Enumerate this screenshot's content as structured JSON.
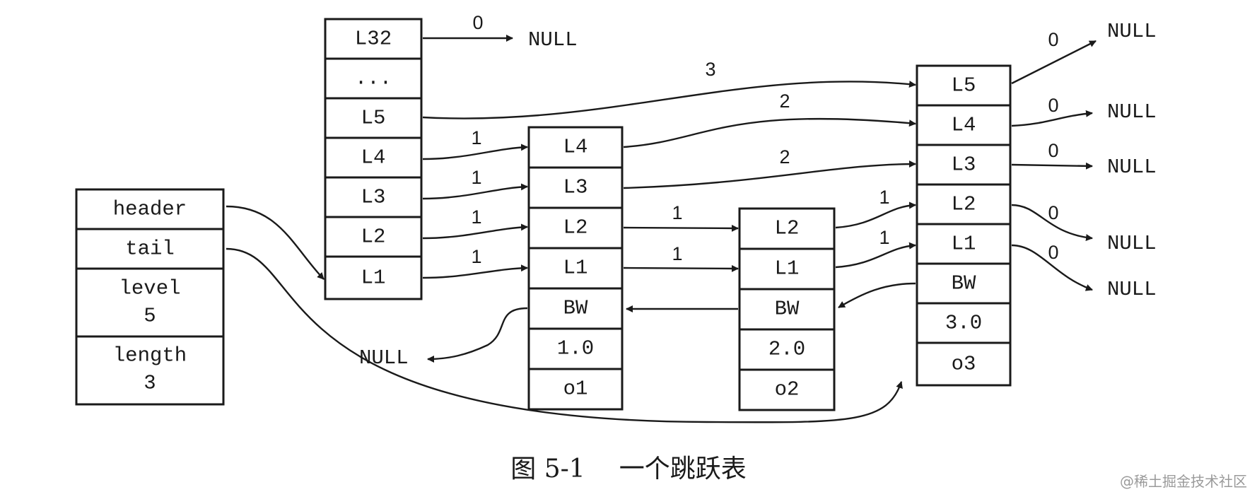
{
  "caption": {
    "figure": "图 5-1",
    "title": "一个跳跃表"
  },
  "watermark": "@稀土掘金技术社区",
  "null_label": "NULL",
  "skiplist": {
    "fields": [
      "header",
      "tail",
      "level",
      "5",
      "length",
      "3"
    ]
  },
  "header_node": {
    "levels": [
      "L32",
      "...",
      "L5",
      "L4",
      "L3",
      "L2",
      "L1"
    ]
  },
  "node_o1": {
    "levels": [
      "L4",
      "L3",
      "L2",
      "L1"
    ],
    "backward": "BW",
    "score": "1.0",
    "obj": "o1"
  },
  "node_o2": {
    "levels": [
      "L2",
      "L1"
    ],
    "backward": "BW",
    "score": "2.0",
    "obj": "o2"
  },
  "node_o3": {
    "levels": [
      "L5",
      "L4",
      "L3",
      "L2",
      "L1"
    ],
    "backward": "BW",
    "score": "3.0",
    "obj": "o3"
  },
  "spans": {
    "header_L32": "0",
    "header_L5": "3",
    "header_L4": "1",
    "header_L3": "1",
    "header_L2": "1",
    "header_L1": "1",
    "o1_L4": "2",
    "o1_L3": "2",
    "o1_L2": "1",
    "o1_L1": "1",
    "o2_L2": "1",
    "o2_L1": "1",
    "o3_L5": "0",
    "o3_L4": "0",
    "o3_L3": "0",
    "o3_L2": "0",
    "o3_L1": "0"
  }
}
